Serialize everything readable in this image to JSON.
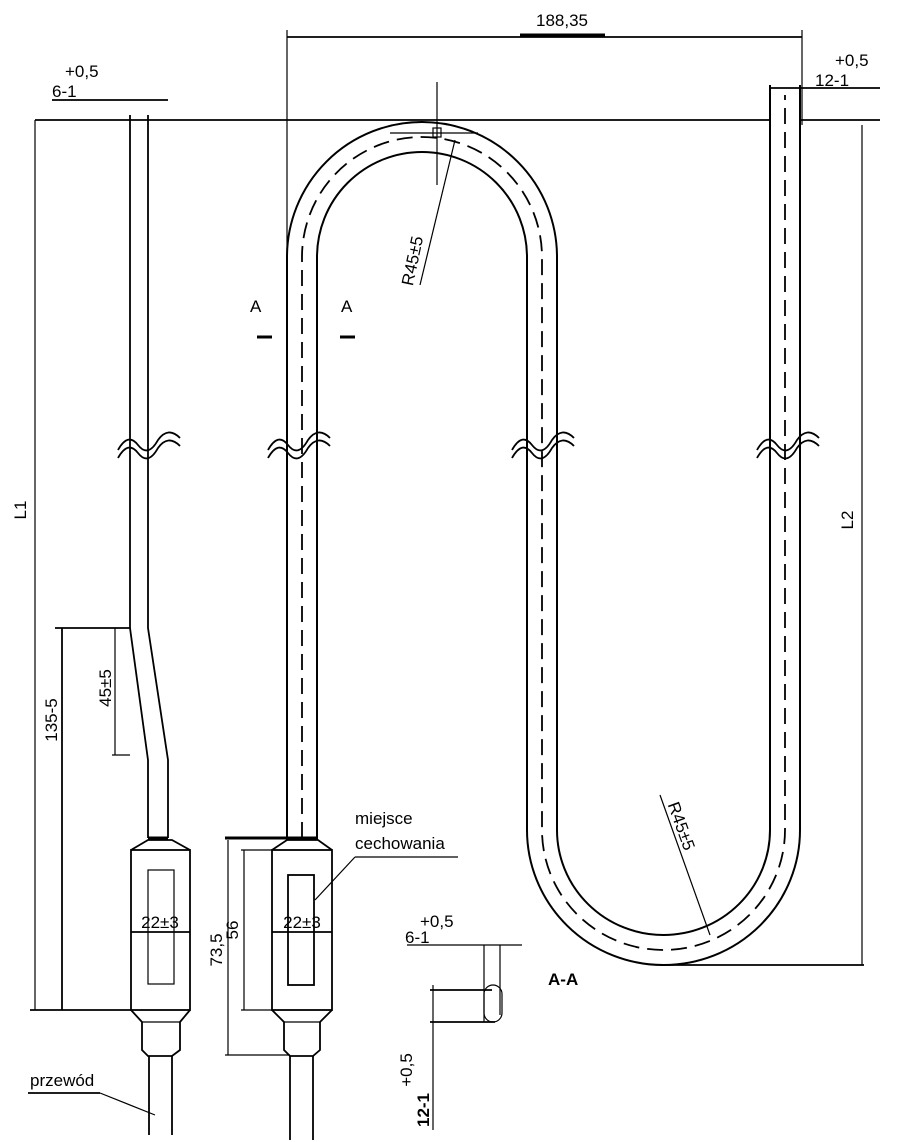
{
  "dimensions": {
    "overall_width": "188,35",
    "left_tol_upper": "+0,5",
    "left_tol_nominal": "6-1",
    "right_tol_upper": "+0,5",
    "right_tol_nominal": "12-1",
    "L1": "L1",
    "L2": "L2",
    "radius_top": "R45±5",
    "radius_bottom": "R45±5",
    "len_135": "135-5",
    "len_45": "45±5",
    "sensor_22_left": "22±3",
    "sensor_22_right": "22±3",
    "len_73": "73,5",
    "len_56": "56"
  },
  "section": {
    "marker_left": "A",
    "marker_right": "A",
    "title": "A-A",
    "width_upper": "+0,5",
    "width_nominal": "6-1",
    "height_upper": "+0,5",
    "height_nominal": "12-1"
  },
  "labels": {
    "calibration_line1": "miejsce",
    "calibration_line2": "cechowania",
    "wire": "przewód"
  }
}
